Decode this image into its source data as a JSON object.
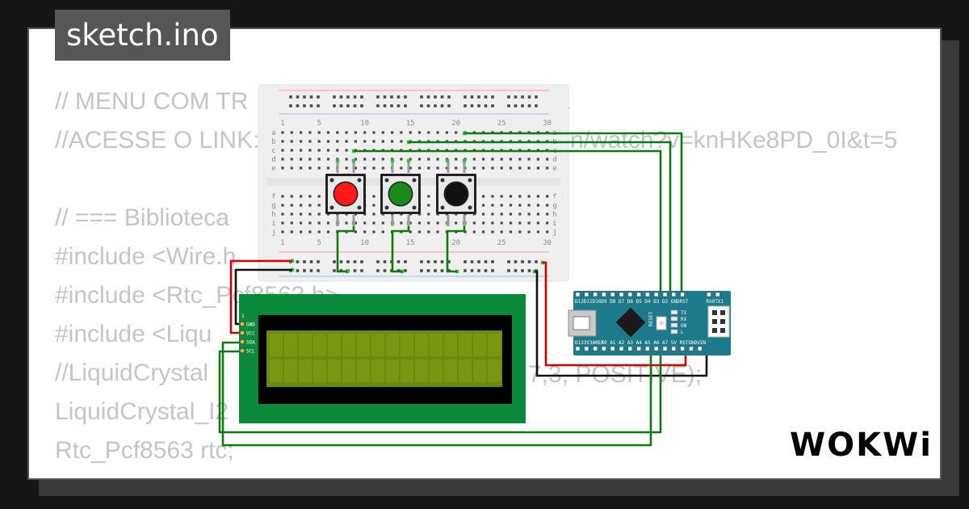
{
  "title": "sketch.ino",
  "code_lines": [
    "// MENU COM TR",
    "//ACESSE O LINK:",
    "",
    "// === Biblioteca",
    "#include <Wire.h",
    "#include <Rtc_Pcf8563.h>",
    "#include <Liqu",
    "//LiquidCrystal",
    "LiquidCrystal_I2",
    "Rtc_Pcf8563 rtc;"
  ],
  "code_fragments": {
    "link_tail": "n/watch?v=knHKe8PD_0I&t=5",
    "line1_tail": ".",
    "lcd_tail": "7,3, POSITIVE);"
  },
  "breadboard": {
    "column_numbers": [
      "1",
      "5",
      "10",
      "15",
      "20",
      "25",
      "30"
    ],
    "row_letters_top": [
      "a",
      "b",
      "c",
      "d",
      "e"
    ],
    "row_letters_bottom": [
      "f",
      "g",
      "h",
      "i",
      "j"
    ]
  },
  "buttons": [
    {
      "name": "red-button",
      "color": "#ff1a1a"
    },
    {
      "name": "green-button",
      "color": "#1a8a1a"
    },
    {
      "name": "black-button",
      "color": "#111111"
    }
  ],
  "lcd": {
    "pins": [
      "GND",
      "VCC",
      "SDA",
      "SCL"
    ],
    "pin1": "1",
    "board_color": "#0c8a3c",
    "screen_color": "#6d8a0e"
  },
  "arduino": {
    "board_color": "#1d7a8a",
    "top_pins": [
      "D12",
      "D11",
      "D10",
      "D9",
      "D8",
      "D7",
      "D6",
      "D5",
      "D4",
      "D3",
      "D2",
      "GND",
      "RST",
      "RX0",
      "TX1"
    ],
    "bottom_pins": [
      "D13",
      "3V3",
      "AREF",
      "A0",
      "A1",
      "A2",
      "A3",
      "A4",
      "A5",
      "A6",
      "A7",
      "5V",
      "RST",
      "GND",
      "VIN"
    ],
    "leds": [
      "TX",
      "RX",
      "ON",
      "L"
    ],
    "reset_label": "RESET"
  },
  "logo": "WOKWi"
}
